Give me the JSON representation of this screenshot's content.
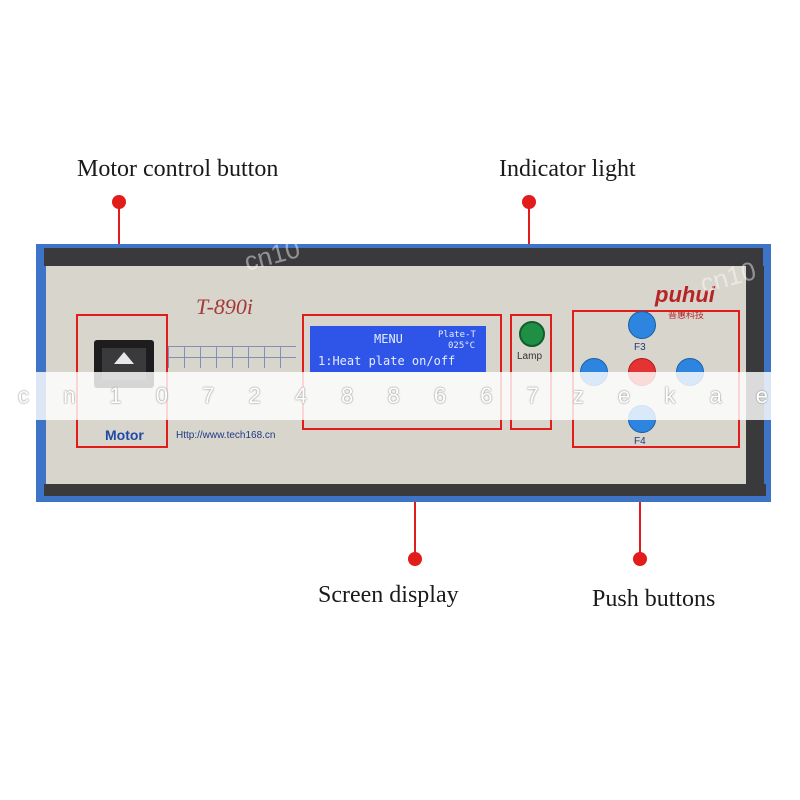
{
  "callouts": {
    "motor_control": "Motor control button",
    "indicator_light": "Indicator light",
    "screen_display": "Screen display",
    "push_buttons": "Push buttons"
  },
  "panel": {
    "model": "T-890i",
    "brand": "puhui",
    "brand_sub": "普惠科技",
    "url": "Http://www.tech168.cn",
    "motor_label": "Motor",
    "lamp_label": "Lamp"
  },
  "lcd": {
    "title": "MENU",
    "plate_label": "Plate-T",
    "plate_temp": "025°C",
    "line2": "1:Heat plate on/off"
  },
  "push_buttons": {
    "f3": "F3",
    "f4": "F4"
  },
  "watermark": "c n 1 0 7 2 4 8 8 6 6 7 z e k a e",
  "watermark_short": "cn10",
  "colors": {
    "callout_red": "#e21b1b",
    "frame_blue": "#3e74c7",
    "lcd_blue": "#2f55e8",
    "button_blue": "#2d85e0",
    "button_red": "#e53232",
    "lamp_green": "#1e8f45"
  }
}
